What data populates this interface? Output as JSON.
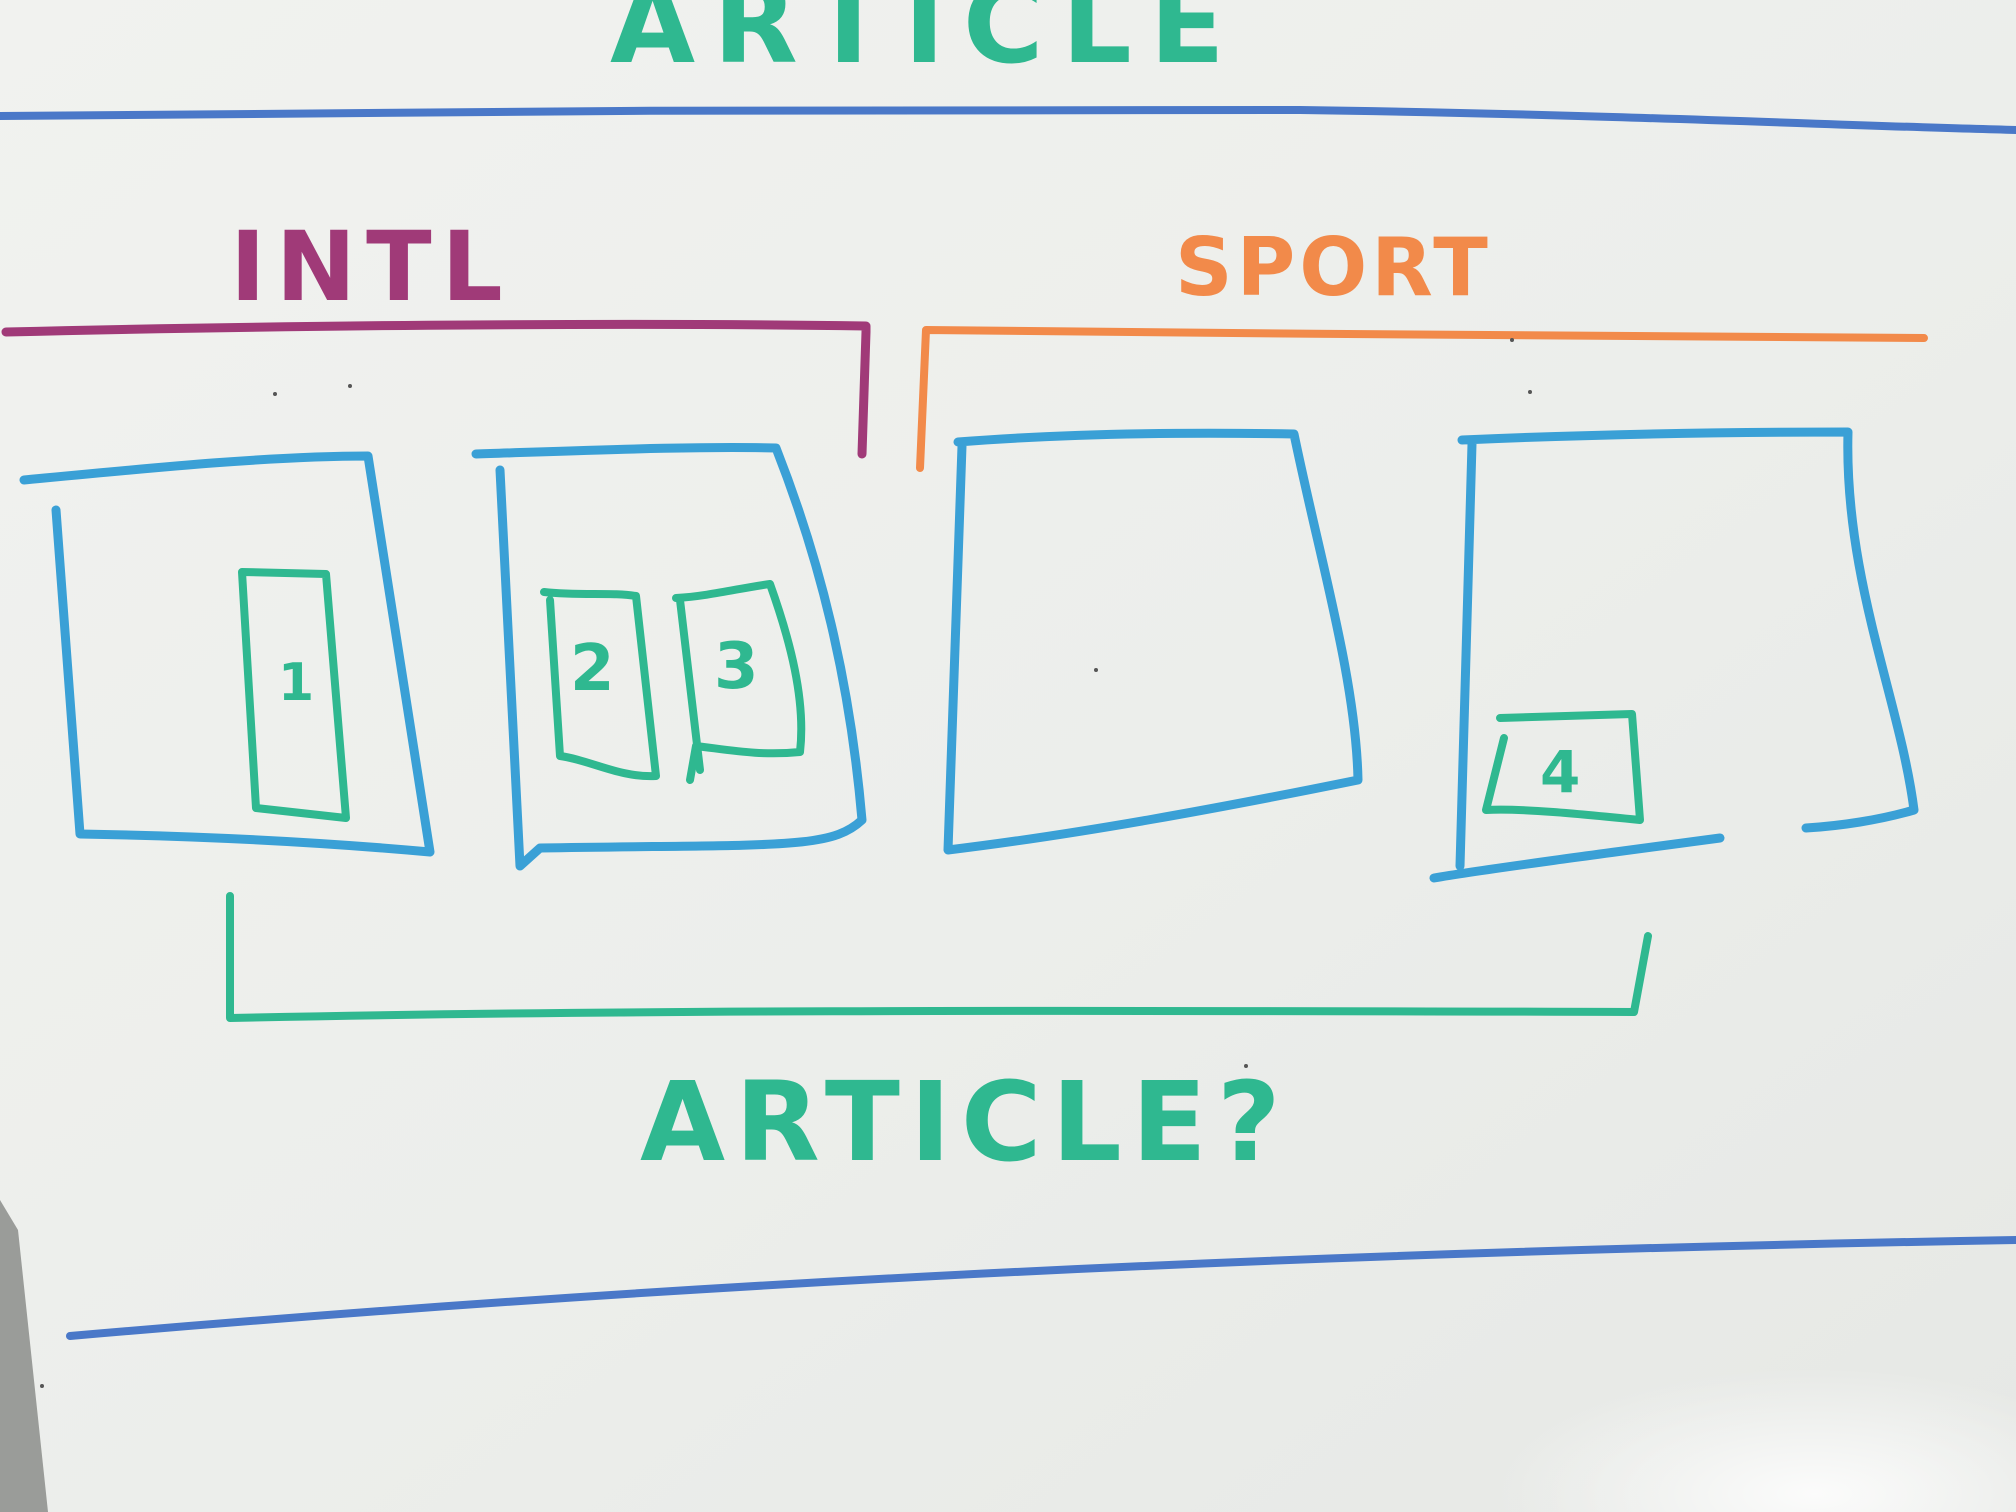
{
  "colors": {
    "blue_marker": "#3aa0d6",
    "blue_line": "#4a78c8",
    "green_marker": "#2fb890",
    "purple_marker": "#a03a78",
    "orange_marker": "#f28a4a",
    "board": "#eeefec"
  },
  "labels": {
    "top_heading": "ARTICLE",
    "intl_label": "INTL",
    "sport_label": "SPORT",
    "bottom_heading": "ARTICLE?"
  },
  "boxes": {
    "item_1": "1",
    "item_2": "2",
    "item_3": "3",
    "item_4": "4"
  }
}
